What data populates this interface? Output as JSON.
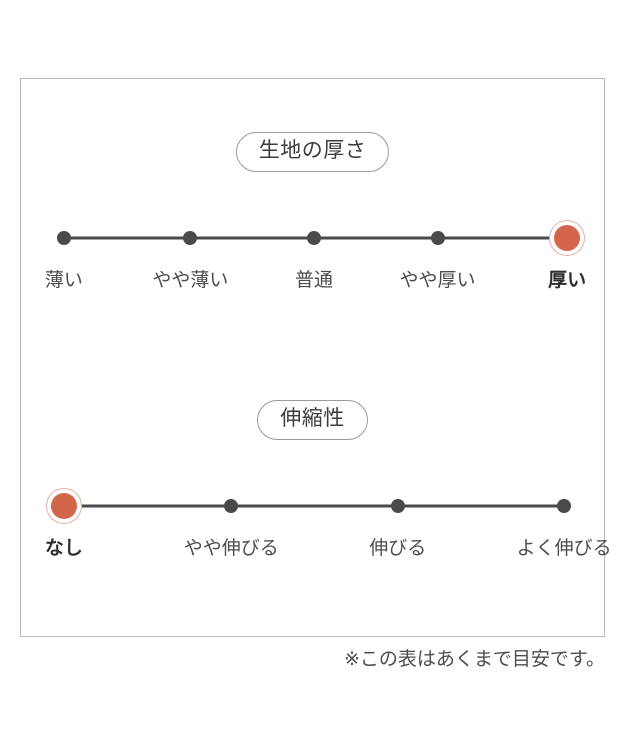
{
  "colors": {
    "active_marker": "#d2654a",
    "active_ring": "#e3b0a2",
    "node": "#4a4a4a",
    "track": "#4a4a4a",
    "card_border": "#b9b9b9",
    "pill_border": "#9a9a9a",
    "text": "#4d4d4d",
    "background": "#ffffff"
  },
  "card": {
    "sections": [
      {
        "id": "thickness",
        "title": "生地の厚さ",
        "selected_index": 4,
        "steps": [
          {
            "label": "薄い",
            "position_pct": 7.35,
            "active": false
          },
          {
            "label": "やや薄い",
            "position_pct": 29.06,
            "active": false
          },
          {
            "label": "普通",
            "position_pct": 50.26,
            "active": false
          },
          {
            "label": "やや厚い",
            "position_pct": 71.45,
            "active": false
          },
          {
            "label": "厚い",
            "position_pct": 93.68,
            "active": true
          }
        ]
      },
      {
        "id": "stretch",
        "title": "伸縮性",
        "selected_index": 0,
        "steps": [
          {
            "label": "なし",
            "position_pct": 7.35,
            "active": true
          },
          {
            "label": "やや伸びる",
            "position_pct": 36.07,
            "active": false
          },
          {
            "label": "伸びる",
            "position_pct": 64.62,
            "active": false
          },
          {
            "label": "よく伸びる",
            "position_pct": 93.17,
            "active": false
          }
        ]
      }
    ]
  },
  "footnote": "※この表はあくまで目安です。",
  "chart_data": {
    "type": "table",
    "title": "",
    "scales": [
      {
        "name": "生地の厚さ",
        "categories": [
          "薄い",
          "やや薄い",
          "普通",
          "やや厚い",
          "厚い"
        ],
        "values": [
          0,
          0,
          0,
          0,
          1
        ],
        "selected": "厚い",
        "selected_index": 4,
        "scale_min": 1,
        "scale_max": 5
      },
      {
        "name": "伸縮性",
        "categories": [
          "なし",
          "やや伸びる",
          "伸びる",
          "よく伸びる"
        ],
        "values": [
          1,
          0,
          0,
          0
        ],
        "selected": "なし",
        "selected_index": 0,
        "scale_min": 1,
        "scale_max": 4
      }
    ],
    "note": "※この表はあくまで目安です。",
    "legend": "filled orange marker = selected level",
    "grid": false
  }
}
